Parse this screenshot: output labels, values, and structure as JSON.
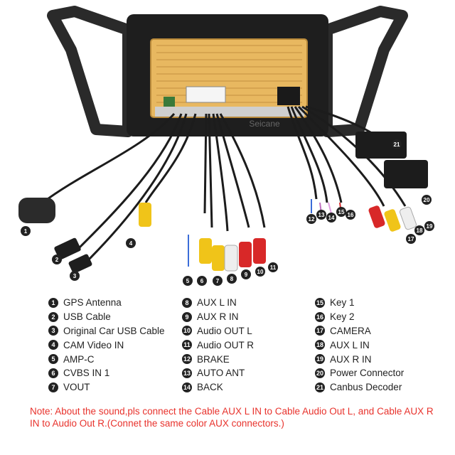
{
  "brand": "Seicane",
  "callouts": [
    "1",
    "2",
    "3",
    "4",
    "5",
    "6",
    "7",
    "8",
    "9",
    "10",
    "11",
    "12",
    "13",
    "14",
    "15",
    "16",
    "17",
    "18",
    "19",
    "20",
    "21"
  ],
  "legend": {
    "col1": [
      {
        "num": "1",
        "label": "GPS Antenna"
      },
      {
        "num": "2",
        "label": "USB Cable"
      },
      {
        "num": "3",
        "label": "Original Car USB Cable"
      },
      {
        "num": "4",
        "label": "CAM Video IN"
      },
      {
        "num": "5",
        "label": "AMP-C"
      },
      {
        "num": "6",
        "label": "CVBS IN 1"
      },
      {
        "num": "7",
        "label": "VOUT"
      }
    ],
    "col2": [
      {
        "num": "8",
        "label": "AUX L IN"
      },
      {
        "num": "9",
        "label": "AUX R IN"
      },
      {
        "num": "10",
        "label": "Audio OUT L"
      },
      {
        "num": "11",
        "label": "Audio OUT R"
      },
      {
        "num": "12",
        "label": "BRAKE"
      },
      {
        "num": "13",
        "label": "AUTO ANT"
      },
      {
        "num": "14",
        "label": "BACK"
      }
    ],
    "col3": [
      {
        "num": "15",
        "label": "Key 1"
      },
      {
        "num": "16",
        "label": "Key 2"
      },
      {
        "num": "17",
        "label": "CAMERA"
      },
      {
        "num": "18",
        "label": "AUX L IN"
      },
      {
        "num": "19",
        "label": "AUX R IN"
      },
      {
        "num": "20",
        "label": "Power Connector"
      },
      {
        "num": "21",
        "label": "Canbus Decoder"
      }
    ]
  },
  "note": "Note: About the sound,pls connect the Cable AUX L IN to Cable Audio Out L, and Cable AUX R IN to  Audio Out R.(Connet the same color AUX connectors.)",
  "colors": {
    "note": "#e8322c",
    "board": "#e8b860",
    "frame": "#2a2a2a",
    "rca_red": "#d82828",
    "rca_yellow": "#f0c419",
    "rca_white": "#eeeeee"
  }
}
